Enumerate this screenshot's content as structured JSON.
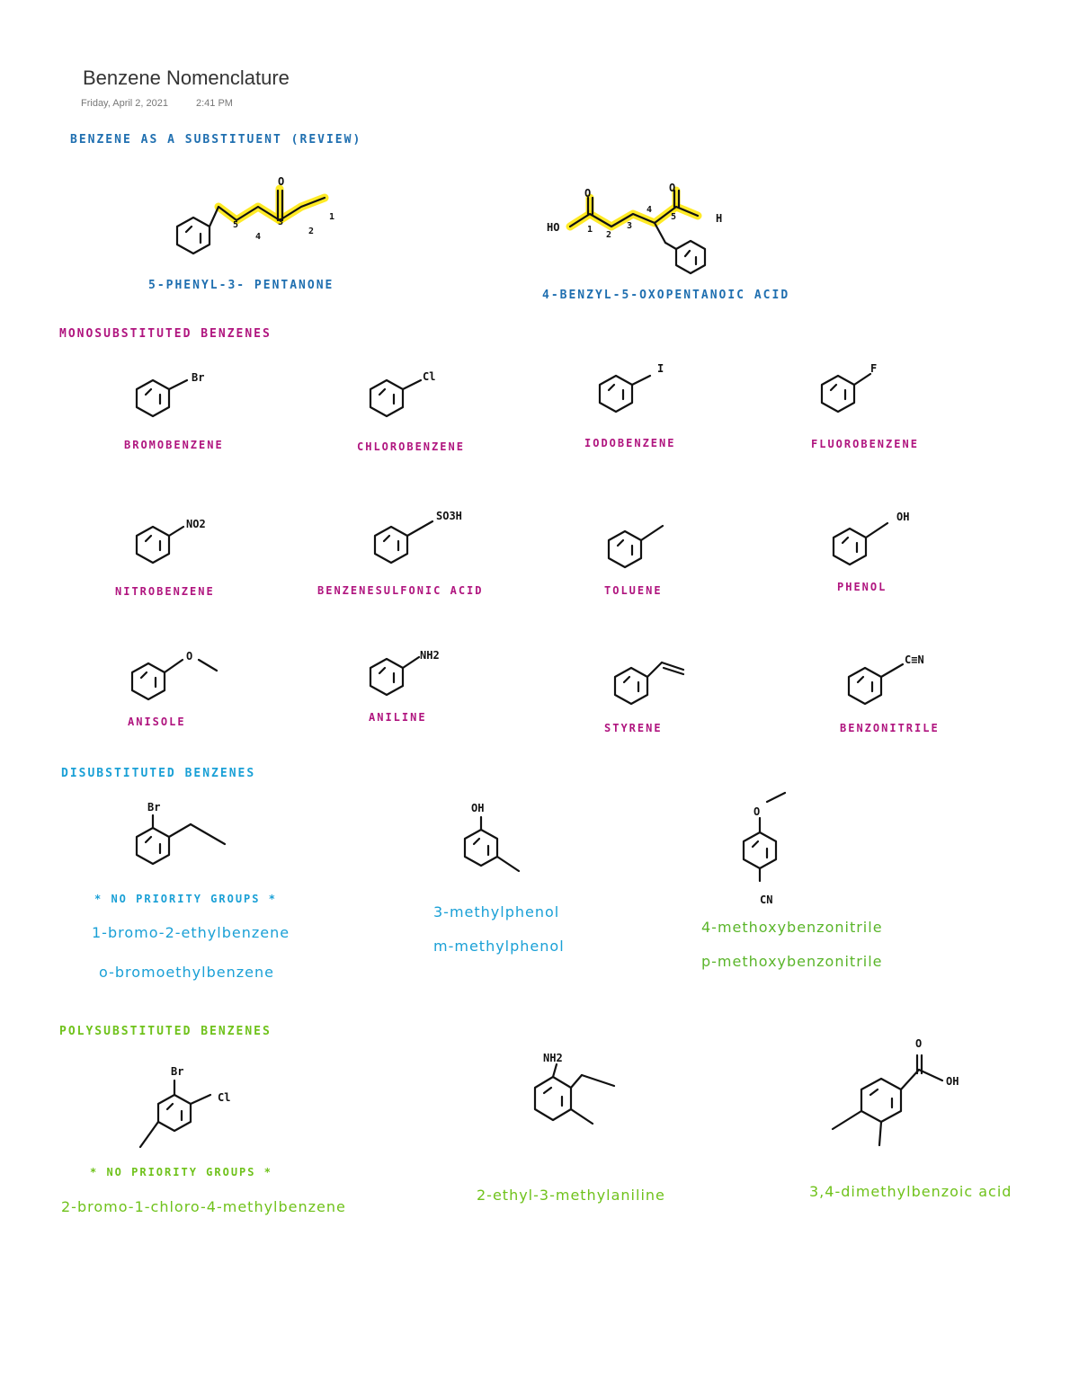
{
  "header": {
    "title": "Benzene Nomenclature",
    "date": "Friday, April 2, 2021",
    "time": "2:41 PM"
  },
  "sections": {
    "substituent": "BENZENE AS A SUBSTITUENT (REVIEW)",
    "monosubstituted": "MONOSUBSTITUTED BENZENES",
    "disubstituted": "DISUBSTITUTED BENZENES",
    "polysubstituted": "POLYSUBSTITUTED BENZENES"
  },
  "review": {
    "m1_name": "5-PHENYL-3- PENTANONE",
    "m2_name": "4-BENZYL-5-OXOPENTANOIC ACID",
    "m1_numbers": [
      "5",
      "4",
      "3",
      "2",
      "1"
    ],
    "m2_numbers": [
      "1",
      "2",
      "3",
      "4",
      "5"
    ],
    "m1_o": "O",
    "m2_o": "O",
    "m2_ho": "HO",
    "m2_h": "H"
  },
  "mono": [
    {
      "name": "BROMOBENZENE",
      "sub": "Br"
    },
    {
      "name": "CHLOROBENZENE",
      "sub": "Cl"
    },
    {
      "name": "IODOBENZENE",
      "sub": "I"
    },
    {
      "name": "FLUOROBENZENE",
      "sub": "F"
    },
    {
      "name": "NITROBENZENE",
      "sub": "NO2"
    },
    {
      "name": "BENZENESULFONIC ACID",
      "sub": "SO3H"
    },
    {
      "name": "TOLUENE",
      "sub": ""
    },
    {
      "name": "PHENOL",
      "sub": "OH"
    },
    {
      "name": "ANISOLE",
      "sub": "O"
    },
    {
      "name": "ANILINE",
      "sub": "NH2"
    },
    {
      "name": "STYRENE",
      "sub": ""
    },
    {
      "name": "BENZONITRILE",
      "sub": "C≡N"
    }
  ],
  "di": [
    {
      "sub": "Br",
      "note": "* NO PRIORITY GROUPS *",
      "names": [
        "1-bromo-2-ethylbenzene",
        "o-bromoethylbenzene"
      ]
    },
    {
      "sub": "OH",
      "names": [
        "3-methylphenol",
        "m-methylphenol"
      ]
    },
    {
      "sub_top": "O",
      "sub_bottom": "CN",
      "names": [
        "4-methoxybenzonitrile",
        "p-methoxybenzonitrile"
      ]
    }
  ],
  "poly": [
    {
      "sub1": "Br",
      "sub2": "Cl",
      "note": "* NO PRIORITY GROUPS *",
      "name": "2-bromo-1-chloro-4-methylbenzene"
    },
    {
      "sub": "NH2",
      "name": "2-ethyl-3-methylaniline"
    },
    {
      "sub_o": "O",
      "sub_oh": "OH",
      "name": "3,4-dimethylbenzoic acid"
    }
  ]
}
